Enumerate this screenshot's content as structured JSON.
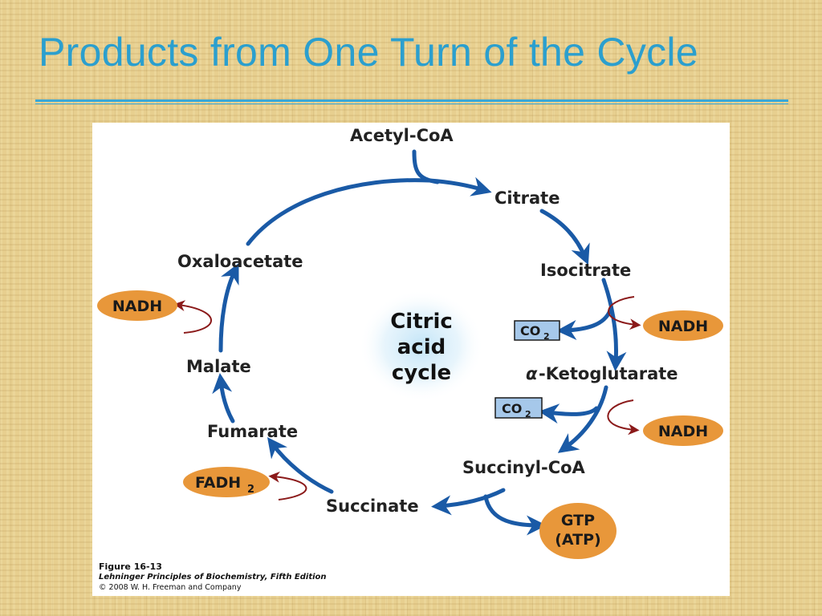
{
  "title": "Products from One Turn of the Cycle",
  "diagram": {
    "center": [
      "Citric",
      "acid",
      "cycle"
    ],
    "entry": "Acetyl-CoA",
    "intermediates": {
      "citrate": "Citrate",
      "isocitrate": "Isocitrate",
      "alpha_ketoglutarate": "-Ketoglutarate",
      "alpha_symbol": "α",
      "succinyl_coa": "Succinyl-CoA",
      "succinate": "Succinate",
      "fumarate": "Fumarate",
      "malate": "Malate",
      "oxaloacetate": "Oxaloacetate"
    },
    "products": {
      "nadh": "NADH",
      "co2": "CO",
      "co2_sub": "2",
      "fadh": "FADH",
      "fadh_sub": "2",
      "gtp": "GTP",
      "atp": "(ATP)"
    },
    "colors": {
      "cycle_arrow": "#1a5aa6",
      "cofactor_arrow": "#8b1a1a",
      "product_pill": "#e8973a",
      "co2_box": "#a6c8ea",
      "title": "#2b9fce",
      "background": "#e7cf8f"
    }
  },
  "caption": {
    "figure": "Figure 16-13",
    "book": "Lehninger Principles of Biochemistry, Fifth Edition",
    "copyright": "© 2008 W. H. Freeman and Company"
  }
}
